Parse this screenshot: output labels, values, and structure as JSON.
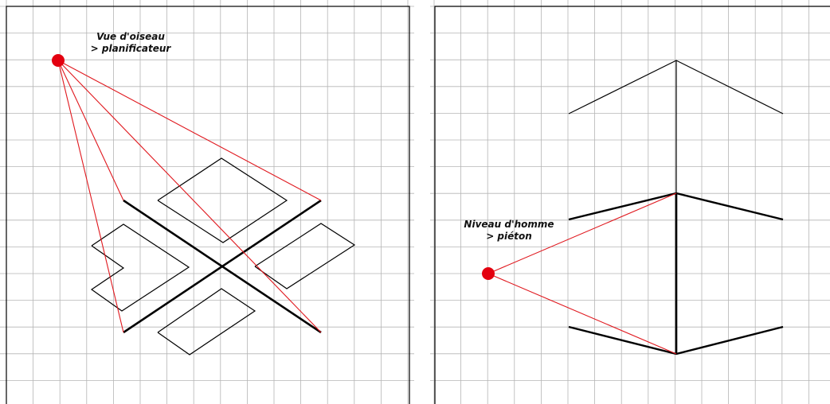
{
  "colors": {
    "grid": "#b5b5b5",
    "frame": "#000000",
    "shape": "#000000",
    "sightline": "#e0181e",
    "viewpoint": "#e3000f"
  },
  "left_panel": {
    "label_line1": "Vue d'oiseau",
    "label_line2": "> planificateur"
  },
  "right_panel": {
    "label_line1": "Niveau d'homme",
    "label_line2": "> piéton"
  }
}
